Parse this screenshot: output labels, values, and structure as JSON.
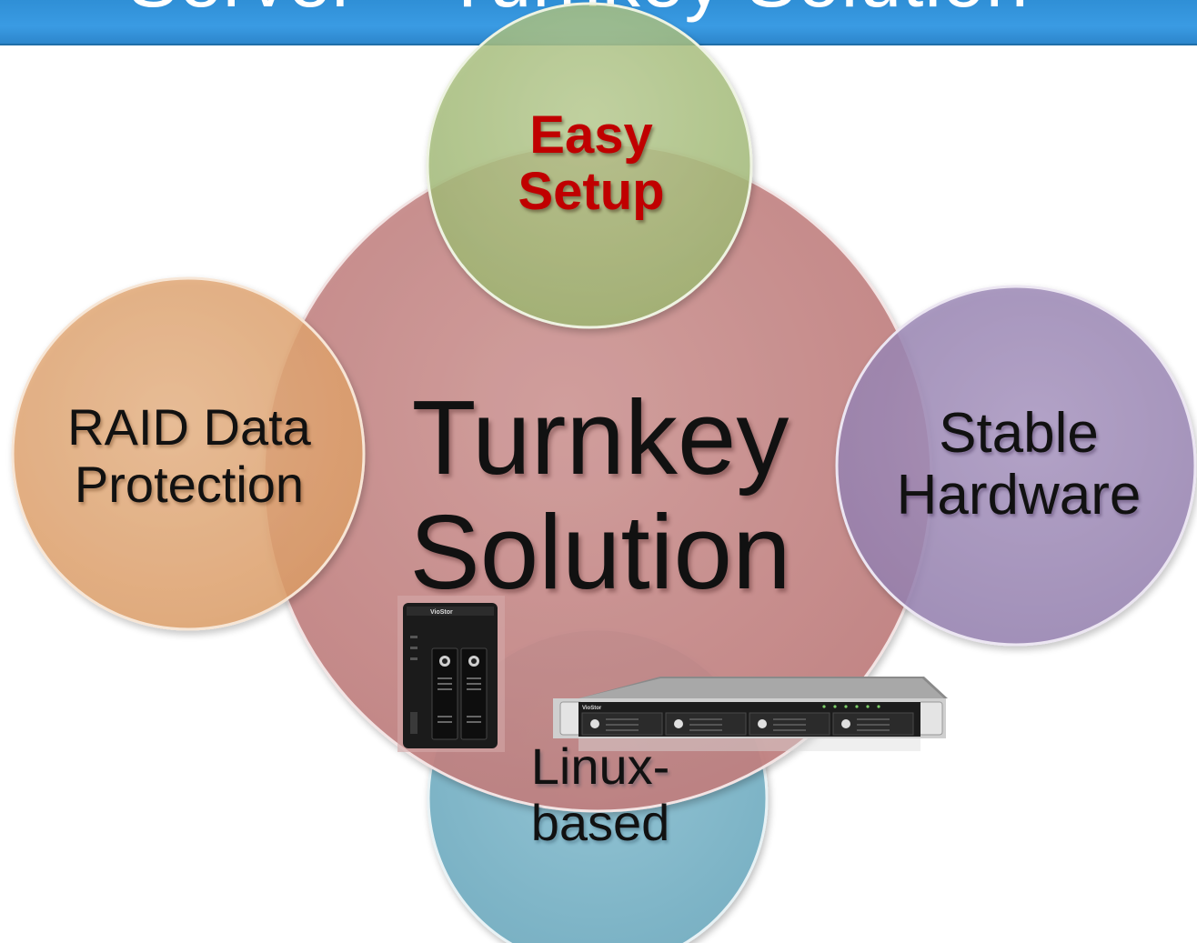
{
  "slide": {
    "title": "Server – Turnkey Solution"
  },
  "diagram": {
    "center": {
      "lines": [
        "Turnkey",
        "Solution"
      ],
      "color": "#c98a8a"
    },
    "nodes": [
      {
        "id": "top",
        "lines": [
          "Easy",
          "Setup"
        ],
        "color": "#a8c07a",
        "text_color": "#c00000"
      },
      {
        "id": "left",
        "lines": [
          "RAID Data",
          "Protection"
        ],
        "color": "#e0a070"
      },
      {
        "id": "right",
        "lines": [
          "Stable",
          "Hardware"
        ],
        "color": "#9b84b4"
      },
      {
        "id": "bottom",
        "lines": [
          "Linux-",
          "based"
        ],
        "color": "#7fb6c8"
      }
    ],
    "products": [
      {
        "id": "nas-tower",
        "brand": "VioStor",
        "icon": "nas-tower-device-icon"
      },
      {
        "id": "nas-rackmount",
        "brand": "VioStor",
        "icon": "rackmount-server-icon"
      }
    ]
  }
}
